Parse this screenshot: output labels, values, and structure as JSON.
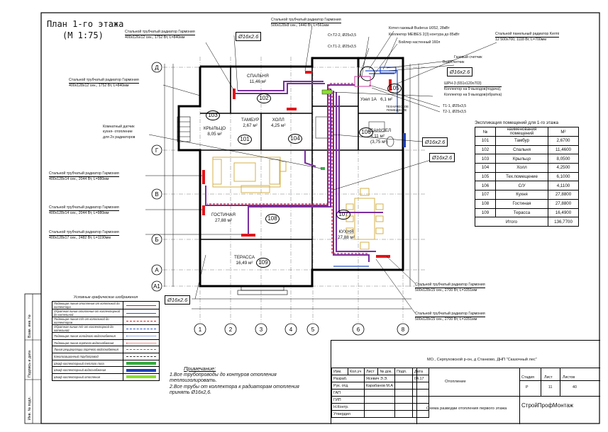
{
  "sheet": {
    "title_line1": "План 1-го этажа",
    "title_line2": "(М 1:75)"
  },
  "callouts": {
    "rad_bedroom": {
      "line1": "Стальной трубчатый радиатор Гармония",
      "line2": "400х126х12 сек., 1752 Вт, L=840мм"
    },
    "rad_porch": {
      "line1": "Стальной трубчатый радиатор Гармония",
      "line2": "400х128х12 сек., 1752 Вт, L=840мм"
    },
    "rad_top": {
      "line1": "Стальной трубчатый радиатор Гармония",
      "line2": "500х128х8 сек., 1440 Вт, L=561мм"
    },
    "boiler_gas": "Котел газовый Buderus U052, 28кВт",
    "collector": "Коллектор MEIBES 2(3) контура до 85кВт",
    "boiler_water": "Бойлер настенный 160л",
    "pipe_t2": "Ст.Т2-2, Ø25х3,5",
    "pipe_t1": "Ст.Т1-2, Ø25х3,5",
    "rad_panel": {
      "line1": "Стальной панельный радиатор Kermi",
      "line2": "12 500х700, 1118 Вт, L=700мм"
    },
    "gas_meter": "Газовый счетчик",
    "water_meter": "Водосчетчик",
    "pipe_label_tag": "Ø16х2.6",
    "shrp": {
      "line1": "ШРН-3 (651х120х703)",
      "line2": "Коллектор на 9 выходов(подача),",
      "line3": "Коллектор на 9 выходов(обратка)"
    },
    "t11": "Т1-1, Ø25х3,5",
    "t21": "Т2-1, Ø25х3,5",
    "sensor": {
      "line1": "Комнатный датчик",
      "line2": "кухня- отопление",
      "line3": "для 2х радиаторов"
    },
    "rad_g1": {
      "line1": "Стальной трубчатый радиатор Гармония",
      "line2": "400х128х14 сек., 2044 Вт, L=980мм"
    },
    "rad_g2": {
      "line1": "Стальной трубчатый радиатор Гармония",
      "line2": "400х128х14 сек., 2044 Вт, L=980мм"
    },
    "rad_g3": {
      "line1": "Стальной трубчатый радиатор Гармония",
      "line2": "400х128х17 сек., 2482 Вт, L=1190мм"
    },
    "rad_k1": {
      "line1": "Стальной трубчатый радиатор Гармония",
      "line2": "500х128х15 сек., 2700 Вт, L=1051мм"
    },
    "rad_k2": {
      "line1": "Стальной трубчатый радиатор Гармония",
      "line2": "500х128х15 сек., 2700 Вт, L=1051мм"
    }
  },
  "rooms": {
    "r102": {
      "name": "СПАЛЬНЯ",
      "area": "11,46 м²",
      "num": "102"
    },
    "r103": {
      "name": "КРЫЛЬЦО",
      "area": "8,05 м²",
      "num": "103"
    },
    "r101": {
      "name": "ТАМБУР",
      "area": "2,67 м²",
      "num": "101"
    },
    "r104": {
      "name": "ХОЛЛ",
      "area": "4,25 м²",
      "num": "104"
    },
    "r105": {
      "name": "Узел 1А",
      "area": "6,1 м²",
      "num": "105",
      "sub": "ТЕХНИЧЕСКОЕ ПОМЕЩЕНИЕ"
    },
    "r106": {
      "name": "САНУЗЕЛ",
      "area": "4,11 м²",
      "area2": "(3,75 м²)",
      "num": "106"
    },
    "r107": {
      "name": "КУХНЯ",
      "area": "27,88 м²",
      "num": "107"
    },
    "r108": {
      "name": "ГОСТИНАЯ",
      "area": "27,88 м²",
      "num": "108"
    },
    "r109": {
      "name": "ТЕРАССА",
      "area": "16,49 м²",
      "num": "109"
    }
  },
  "axes": {
    "rows": [
      "Д",
      "Г",
      "В",
      "Б",
      "А",
      "А1"
    ],
    "cols": [
      "1",
      "2",
      "3",
      "4",
      "5",
      "6",
      "8"
    ]
  },
  "explication": {
    "title": "Экспликация помещений для 1-го этажа",
    "headers": [
      "№",
      "наименования помещений",
      "М²"
    ],
    "rows": [
      [
        "101",
        "Тамбур",
        "2,6700"
      ],
      [
        "102",
        "Спальня",
        "11,4600"
      ],
      [
        "103",
        "Крыльцо",
        "8,0500"
      ],
      [
        "104",
        "Холл",
        "4,2500"
      ],
      [
        "105",
        "Тех.помещение",
        "6,1000"
      ],
      [
        "106",
        "С/У",
        "4,1100"
      ],
      [
        "107",
        "Кухня",
        "27,8800"
      ],
      [
        "108",
        "Гостиная",
        "27,8800"
      ],
      [
        "109",
        "Терасса",
        "16,4900"
      ]
    ],
    "total_label": "Итого",
    "total_value": "136,7700"
  },
  "legend": {
    "title": "Условные графические изображения",
    "rows": [
      {
        "text": "Подающая линия отопления от котельной до коллектора",
        "color": "#d21a1a",
        "style": "solid"
      },
      {
        "text": "Обратная линия отопления от коллекторной до котельной",
        "color": "#2a55c8",
        "style": "solid"
      },
      {
        "text": "Подающая линия т/п от котельной до коллекторов",
        "color": "#d21a1a",
        "style": "dash"
      },
      {
        "text": "Обратная линия т/п от коллекторной до котельной",
        "color": "#2a55c8",
        "style": "dash"
      },
      {
        "text": "Подающая линия холодного водоснабжения",
        "color": "#2a55c8",
        "style": "dot"
      },
      {
        "text": "Подающая линия горячего водоснабжения",
        "color": "#d21a1a",
        "style": "dot"
      },
      {
        "text": "Линия рециркуляции горячего водоснабжения",
        "color": "#c83aa0",
        "style": "dash"
      },
      {
        "text": "Канализационный трубопровод",
        "color": "#333333",
        "style": "dash"
      },
      {
        "text": "Шкаф коллекторный теплого пола",
        "color": "#2fae3a",
        "style": "block"
      },
      {
        "text": "Шкаф коллекторный водоснабжения",
        "color": "#1b3fc0",
        "style": "block"
      },
      {
        "text": "Шкаф коллекторный отопления",
        "color": "#8adf2e",
        "style": "block"
      }
    ]
  },
  "notes": {
    "title": "Примечание:",
    "items": [
      "1.Все трубопроводы до контуров отопления теплоизолировать.",
      "2.Все трубы от коллектора к радиаторам отопления принять Ø16х2,6."
    ]
  },
  "stamp": {
    "address": "МО., Серпуховской р-он, д Станково, ДНП \"Сказочный лес\"",
    "section": "Отопление",
    "sheet_name": "Схема разводки отопления первого этажа",
    "company": "СтройПрофМонтаж",
    "headers": [
      "Изм.",
      "Кол.уч",
      "Лист",
      "№ док.",
      "Подп.",
      "Дата"
    ],
    "roles": [
      "Разраб.",
      "Рук. отд.",
      "ГАП",
      "ГИП",
      "Н.Контр.",
      "Утвердил"
    ],
    "names": [
      "Ясевич Э.Э.",
      "Карабанов М.А"
    ],
    "date": "04.17",
    "col_stage": "Стадия",
    "col_sheet": "Лист",
    "col_sheets": "Листов",
    "stage": "Р",
    "sheet_no": "11",
    "sheets_total": "40"
  },
  "side_stamp": [
    "Взам. инв. №",
    "Подпись и дата",
    "Инв. № подл."
  ],
  "colors": {
    "pipe_purple": "#7a2ea0",
    "pipe_red": "#d21a1a",
    "radiator_red": "#e3151a",
    "furniture": "#d6b24a",
    "collector_green": "#37b34a",
    "collector_blue": "#1b3fc0"
  }
}
